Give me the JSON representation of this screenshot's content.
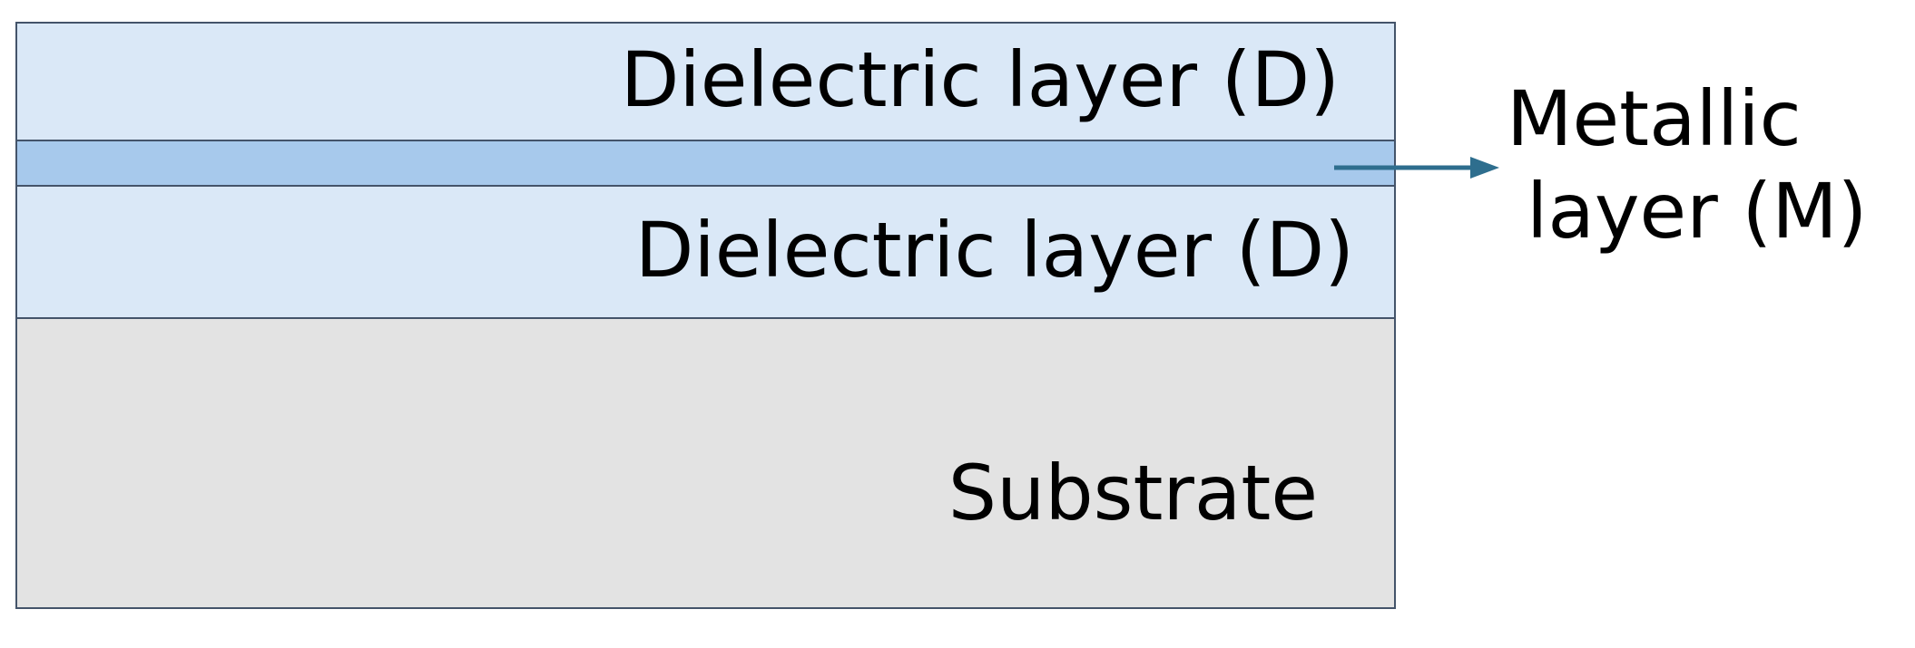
{
  "layers": {
    "dielectric_top": {
      "label": "Dielectric layer (D)"
    },
    "metallic": {
      "label_line1": "Metallic",
      "label_line2": "layer (M)"
    },
    "dielectric_bottom": {
      "label": "Dielectric layer (D)"
    },
    "substrate": {
      "label": "Substrate"
    }
  },
  "colors": {
    "dielectric": "#dae8f7",
    "metallic": "#a7c9ec",
    "substrate": "#e3e3e3",
    "border": "#44546a",
    "arrow": "#2e6e8e"
  }
}
